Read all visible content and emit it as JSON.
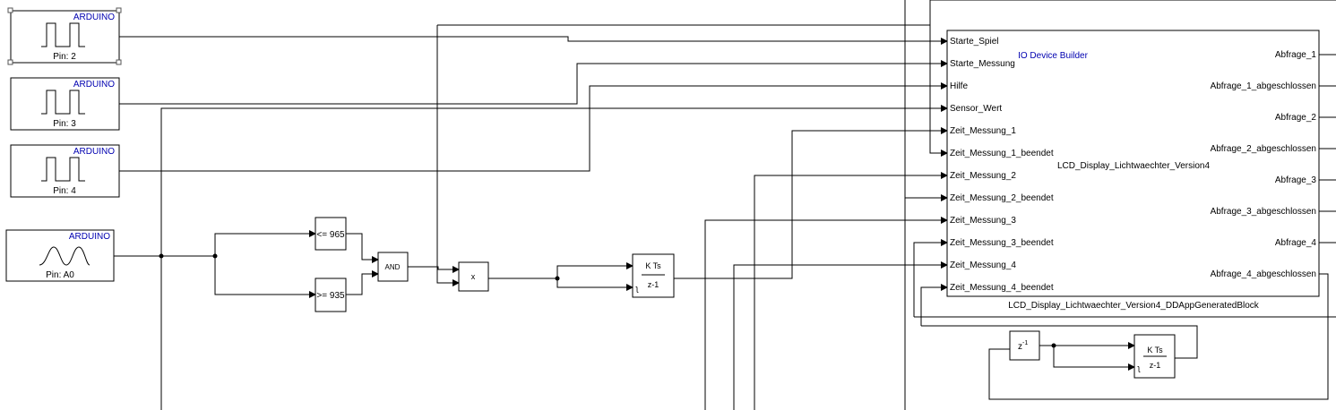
{
  "arduino_inputs": [
    {
      "brand": "ARDUINO",
      "pin_label": "Pin: 2",
      "icon": "pulse-wave-icon"
    },
    {
      "brand": "ARDUINO",
      "pin_label": "Pin: 3",
      "icon": "pulse-wave-icon"
    },
    {
      "brand": "ARDUINO",
      "pin_label": "Pin: 4",
      "icon": "pulse-wave-icon"
    },
    {
      "brand": "ARDUINO",
      "pin_label": "Pin: A0",
      "icon": "analog-wave-icon"
    }
  ],
  "compare": {
    "le_label": "<= 965",
    "ge_label": ">= 935"
  },
  "logic": {
    "and_label": "AND",
    "product_label": "x"
  },
  "integrator_main": {
    "num": "K Ts",
    "den": "z-1"
  },
  "integrator_fb": {
    "num": "K Ts",
    "den": "z-1"
  },
  "unit_delay": {
    "base": "z",
    "exp": "-1"
  },
  "io_block": {
    "caption": "IO Device Builder",
    "center_name": "LCD_Display_Lichtwaechter_Version4",
    "block_name": "LCD_Display_Lichtwaechter_Version4_DDAppGeneratedBlock",
    "inputs": [
      "Starte_Spiel",
      "Starte_Messung",
      "Hilfe",
      "Sensor_Wert",
      "Zeit_Messung_1",
      "Zeit_Messung_1_beendet",
      "Zeit_Messung_2",
      "Zeit_Messung_2_beendet",
      "Zeit_Messung_3",
      "Zeit_Messung_3_beendet",
      "Zeit_Messung_4",
      "Zeit_Messung_4_beendet"
    ],
    "outputs": [
      "Abfrage_1",
      "Abfrage_1_abgeschlossen",
      "Abfrage_2",
      "Abfrage_2_abgeschlossen",
      "Abfrage_3",
      "Abfrage_3_abgeschlossen",
      "Abfrage_4",
      "Abfrage_4_abgeschlossen"
    ]
  },
  "colors": {
    "wire": "#000000",
    "accent_text": "#0000b0",
    "block_fill": "#ffffff"
  }
}
